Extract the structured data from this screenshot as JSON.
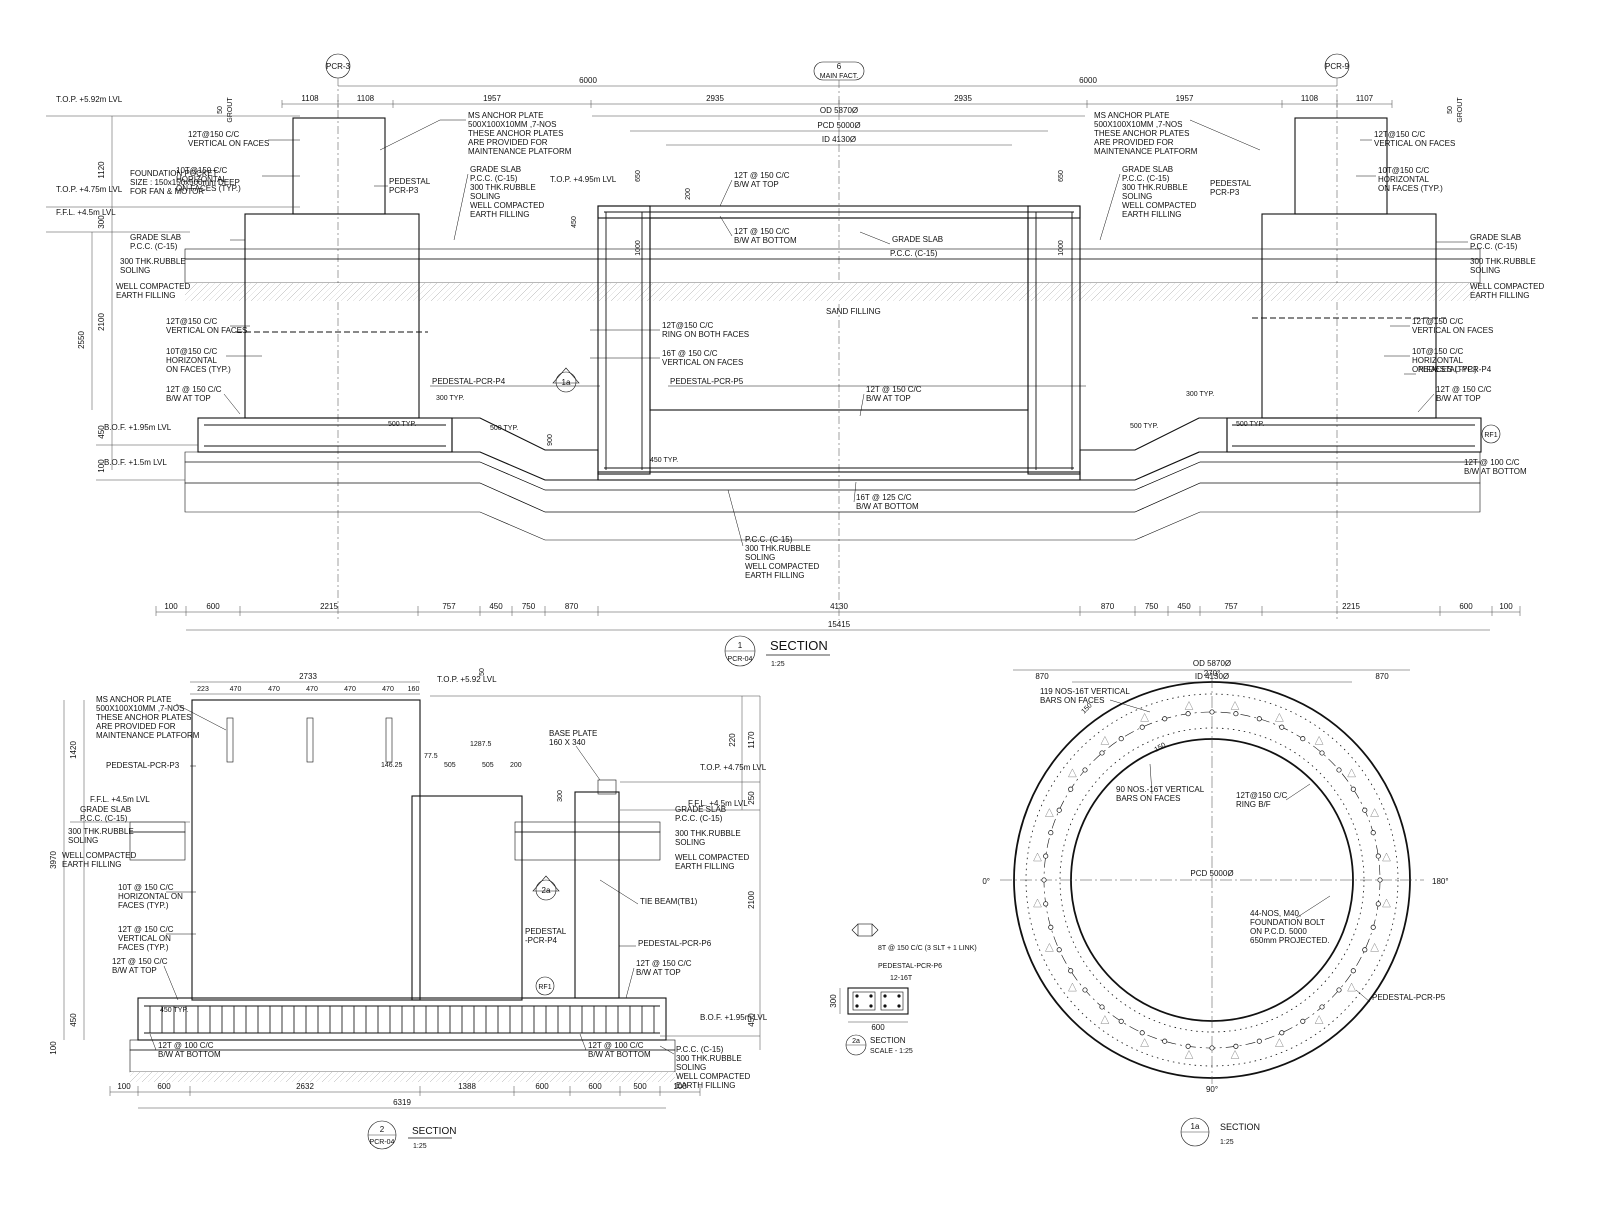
{
  "grid": {
    "left_grid": "PCR-3",
    "center_grid": "6",
    "center_tag": "MAIN FACT.",
    "right_grid": "PCR-9",
    "span_left": "6000",
    "span_right": "6000"
  },
  "section1": {
    "title": "SECTION",
    "number": "1",
    "ref": "PCR-04",
    "scale": "1:25",
    "top_dims": [
      "1108",
      "1108",
      "1957",
      "2935",
      "2935",
      "1957",
      "1108",
      "1107"
    ],
    "grout": "50",
    "grout_label": "GROUT",
    "od": "OD 5870Ø",
    "pcd": "PCD 5000Ø",
    "id": "ID 4130Ø",
    "levels": {
      "top1": "T.O.P.\n+5.92m LVL",
      "top2": "T.O.P.\n+4.75m LVL",
      "ffl": "F.F.L.\n+4.5m LVL",
      "bof1": "B.O.F.\n+1.95m LVL",
      "bof2": "B.O.F.\n+1.5m LVL",
      "top_center": "T.O.P.\n+4.95m LVL"
    },
    "left_dims": [
      "1120",
      "300",
      "2100",
      "2550",
      "450",
      "100"
    ],
    "notes_left": [
      "12T@150 C/C\nVERTICAL ON FACES",
      "10T@150 C/C\nHORIZONTAL\nON FACES (TYP.)",
      "FOUNDATION POCKET\nSIZE : 150x150x500mm DEEP\nFOR FAN & MOTOR",
      "GRADE SLAB\nP.C.C. (C-15)",
      "300 THK.RUBBLE\nSOLING",
      "WELL COMPACTED\nEARTH FILLING",
      "12T@150 C/C\nVERTICAL ON FACES",
      "10T@150 C/C\nHORIZONTAL\nON FACES (TYP.)",
      "12T @ 150 C/C\nB/W AT TOP"
    ],
    "anchor_note": "MS ANCHOR PLATE\n500X100X10MM ,7-NOS\nTHESE ANCHOR PLATES\nARE PROVIDED FOR\nMAINTENANCE PLATFORM",
    "pedestal_p3": "PEDESTAL\nPCR-P3",
    "grade_slab_note": "GRADE SLAB\nP.C.C. (C-15)\n300 THK.RUBBLE\nSOLING\nWELL COMPACTED\nEARTH FILLING",
    "center_notes": [
      "12T @ 150 C/C\nB/W AT TOP",
      "12T @ 150 C/C\nB/W AT BOTTOM",
      "GRADE SLAB",
      "P.C.C. (C-15)",
      "SAND FILLING",
      "12T@150 C/C\nRING ON BOTH FACES",
      "16T @ 150 C/C\nVERTICAL ON FACES",
      "PEDESTAL-PCR-P4",
      "PEDESTAL-PCR-P5",
      "12T @ 150 C/C\nB/W AT TOP",
      "16T @ 125 C/C\nB/W AT BOTTOM",
      "P.C.C. (C-15)\n300 THK.RUBBLE\nSOLING\nWELL COMPACTED\nEARTH FILLING"
    ],
    "right_notes": [
      "12T@150 C/C\nVERTICAL ON FACES",
      "10T@150 C/C\nHORIZONTAL\nON FACES (TYP.)",
      "GRADE SLAB\nP.C.C. (C-15)",
      "300 THK.RUBBLE\nSOLING",
      "WELL COMPACTED\nEARTH FILLING",
      "12T@150 C/C\nVERTICAL ON FACES",
      "10T@150 C/C\nHORIZONTAL\nON FACES (TYP.)",
      "PEDESTAL-PCR-P4",
      "12T @ 150 C/C\nB/W AT TOP",
      "12T @ 100 C/C\nB/W AT BOTTOM"
    ],
    "typ_labels": [
      "300 TYP.",
      "500 TYP.",
      "500 TYP.",
      "450 TYP.",
      "300 TYP.",
      "500 TYP.",
      "500 TYP."
    ],
    "inner_dims": [
      "650",
      "200",
      "1000",
      "450",
      "900",
      "650",
      "1000"
    ],
    "rf": "RF1",
    "callout": "1a",
    "bottom_dims": [
      "100",
      "600",
      "2215",
      "757",
      "450",
      "750",
      "870",
      "4130",
      "870",
      "750",
      "450",
      "757",
      "2215",
      "600",
      "100"
    ],
    "total": "15415"
  },
  "section2": {
    "title": "SECTION",
    "number": "2",
    "ref": "PCR-04",
    "scale": "1:25",
    "top_total": "2733",
    "top_dims": [
      "223",
      "470",
      "470",
      "470",
      "470",
      "470",
      "160"
    ],
    "level_top": "T.O.P.\n+5.92 LVL",
    "level_top2": "T.O.P.\n+4.75m LVL",
    "level_ffl": "F.F.L. +4.5m LVL",
    "level_ffl_left": "F.F.L.\n+4.5m LVL",
    "level_bof": "B.O.F.\n+1.95m LVL",
    "anchor_note": "MS ANCHOR PLATE\n500X100X10MM ,7-NOS\nTHESE ANCHOR PLATES\nARE PROVIDED FOR\nMAINTENANCE PLATFORM",
    "pedestal_p3": "PEDESTAL-PCR-P3",
    "base_plate": "BASE PLATE\n160 X 340",
    "dims_mid": [
      "77.5",
      "1287.5",
      "146.25",
      "505",
      "505",
      "200"
    ],
    "left_notes": [
      "GRADE SLAB\nP.C.C. (C-15)",
      "300 THK.RUBBLE\nSOLING",
      "WELL COMPACTED\nEARTH FILLING",
      "10T @ 150 C/C\nHORIZONTAL ON\nFACES (TYP.)",
      "12T @ 150 C/C\nVERTICAL ON\nFACES (TYP.)",
      "12T @ 150 C/C\nB/W AT TOP"
    ],
    "right_notes": [
      "GRADE SLAB\nP.C.C. (C-15)",
      "300 THK.RUBBLE\nSOLING",
      "WELL COMPACTED\nEARTH FILLING",
      "TIE BEAM(TB1)",
      "PEDESTAL-PCR-P6",
      "12T @ 150 C/C\nB/W AT TOP",
      "P.C.C. (C-15)\n300 THK.RUBBLE\nSOLING\nWELL COMPACTED\nEARTH FILLING"
    ],
    "ped_p4": "PEDESTAL\n-PCR-P4",
    "bot_notes": [
      "12T @ 100 C/C\nB/W AT BOTTOM",
      "12T @ 100 C/C\nB/W AT BOTTOM"
    ],
    "typ": "450 TYP.",
    "left_dims": [
      "1420",
      "3970",
      "450",
      "100"
    ],
    "right_dims": [
      "1170",
      "220",
      "250",
      "2100",
      "450",
      "50",
      "300"
    ],
    "callout": "2a",
    "rf": "RF1",
    "bottom_dims": [
      "100",
      "600",
      "2632",
      "1388",
      "600",
      "600",
      "500",
      "100"
    ],
    "total": "6319"
  },
  "section2a": {
    "title": "SECTION",
    "number": "2a",
    "scale": "SCALE - 1:25",
    "notes": [
      "8T @ 150 C/C\n(3 SLT + 1 LINK)",
      "PEDESTAL-PCR-P6",
      "12-16T"
    ],
    "dim_w": "600",
    "dim_h": "300"
  },
  "section1a": {
    "title": "SECTION",
    "number": "1a",
    "scale": "1:25",
    "od": "OD 5870Ø",
    "id": "ID 4130Ø",
    "side_dims": [
      "870",
      "870"
    ],
    "angles": [
      "270°",
      "180°",
      "0°",
      "90°"
    ],
    "notes": [
      "119 NOS-16T VERTICAL\nBARS ON FACES",
      "90 NOS.-16T VERTICAL\nBARS ON FACES",
      "12T@150 C/C\nRING B/F",
      "PCD 5000Ø",
      "44-NOS, M40,\nFOUNDATION BOLT\nON P.C.D. 5000\n650mm PROJECTED.",
      "PEDESTAL-PCR-P5"
    ],
    "small_dims": [
      "150",
      "150"
    ]
  }
}
